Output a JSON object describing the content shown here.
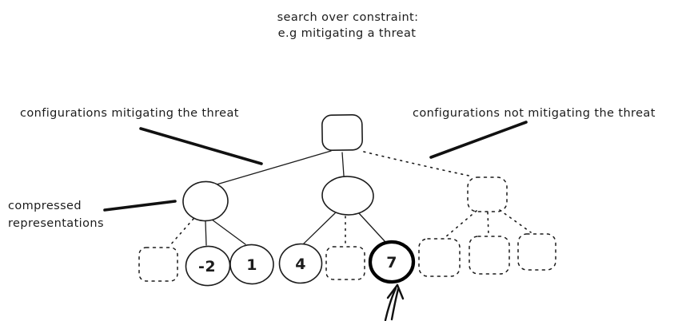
{
  "title": {
    "line1": "search over constraint:",
    "line2": "e.g mitigating a threat"
  },
  "annotations": {
    "mitigating_label": "configurations mitigating the threat",
    "not_mitigating_label": "configurations not mitigating the threat",
    "compressed_label_line1": "compressed",
    "compressed_label_line2": "representations"
  },
  "tree": {
    "leaves": {
      "minus_two": "-2",
      "one": "1",
      "four": "4",
      "seven": "7"
    }
  },
  "colors": {
    "ink": "#1c1c1c",
    "background": "#ffffff",
    "selected_node_stroke": "#000000"
  }
}
